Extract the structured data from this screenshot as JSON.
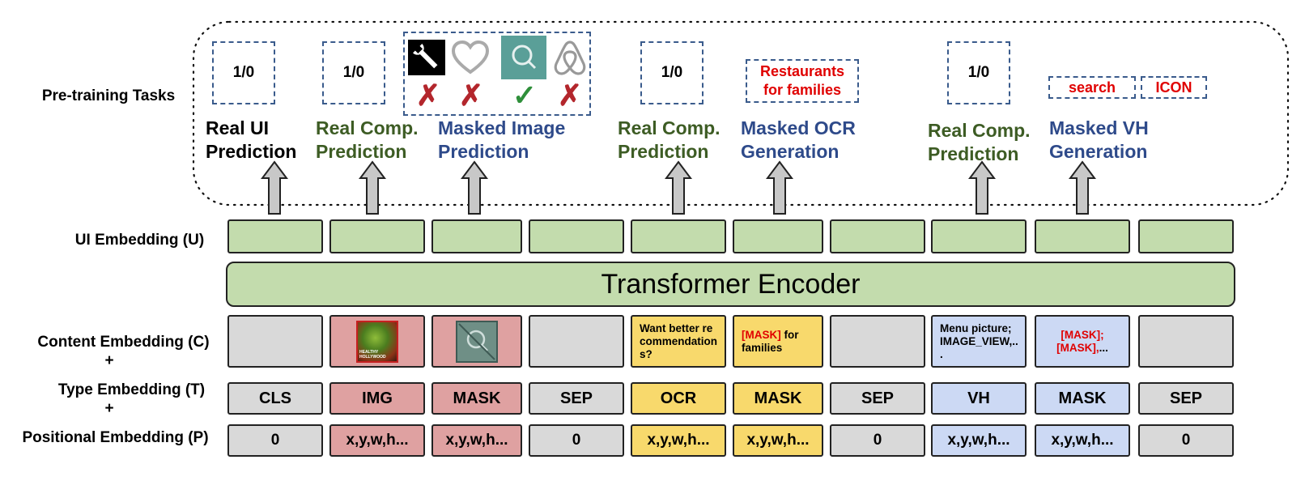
{
  "labels": {
    "pretraining": "Pre-training Tasks",
    "ui_embedding": "UI Embedding (U)",
    "content_embedding": "Content Embedding (C)",
    "type_embedding": "Type Embedding (T)",
    "positional_embedding": "Positional Embedding (P)",
    "plus": "+"
  },
  "encoder_label": "Transformer Encoder",
  "tasks": [
    {
      "label_line1": "Real UI",
      "label_line2": "Prediction",
      "output": "1/0"
    },
    {
      "label_line1": "Real Comp.",
      "label_line2": "Prediction",
      "output": "1/0"
    },
    {
      "label_line1": "Masked Image",
      "label_line2": "Prediction"
    },
    {
      "label_line1": "Real Comp.",
      "label_line2": "Prediction",
      "output": "1/0"
    },
    {
      "label_line1": "Masked OCR",
      "label_line2": "Generation",
      "output_line1": "Restaurants",
      "output_line2": "for families"
    },
    {
      "label_line1": "Real Comp.",
      "label_line2": "Prediction",
      "output": "1/0"
    },
    {
      "label_line1": "Masked VH",
      "label_line2": "Generation",
      "output_1": "search",
      "output_2": "ICON"
    }
  ],
  "masked_image_candidates": [
    {
      "icon": "wrench-icon",
      "result": "✗"
    },
    {
      "icon": "heart-icon",
      "result": "✗"
    },
    {
      "icon": "search-icon",
      "result": "✓"
    },
    {
      "icon": "airbnb-icon",
      "result": "✗"
    }
  ],
  "content_tokens": [
    {
      "text": ""
    },
    {
      "image": "healthy-hollywood-thumbnail",
      "image_caption": "HEALTHY HOLLYWOOD"
    },
    {
      "image": "masked-search-thumbnail"
    },
    {
      "text": ""
    },
    {
      "text": "Want better recommendations?"
    },
    {
      "mask": "[MASK]",
      "text": " for families"
    },
    {
      "text": ""
    },
    {
      "text": "Menu picture; IMAGE_VIEW,..",
      "text2": "."
    },
    {
      "mask": "[MASK]; [MASK],",
      "text": "..."
    },
    {
      "text": ""
    }
  ],
  "type_tokens": [
    "CLS",
    "IMG",
    "MASK",
    "SEP",
    "OCR",
    "MASK",
    "SEP",
    "VH",
    "MASK",
    "SEP"
  ],
  "position_tokens": [
    "0",
    "x,y,w,h...",
    "x,y,w,h...",
    "0",
    "x,y,w,h...",
    "x,y,w,h...",
    "0",
    "x,y,w,h...",
    "x,y,w,h...",
    "0"
  ],
  "colors": {
    "green": "#c3dcad",
    "gray": "#d9d9d9",
    "pink": "#dfa1a1",
    "yellow": "#f8d96c",
    "blue": "#ccd9f4",
    "dash_blue": "#3a5b8c",
    "red": "#e00000",
    "task_green": "#3d5c24",
    "task_blue": "#2e4a8a"
  }
}
